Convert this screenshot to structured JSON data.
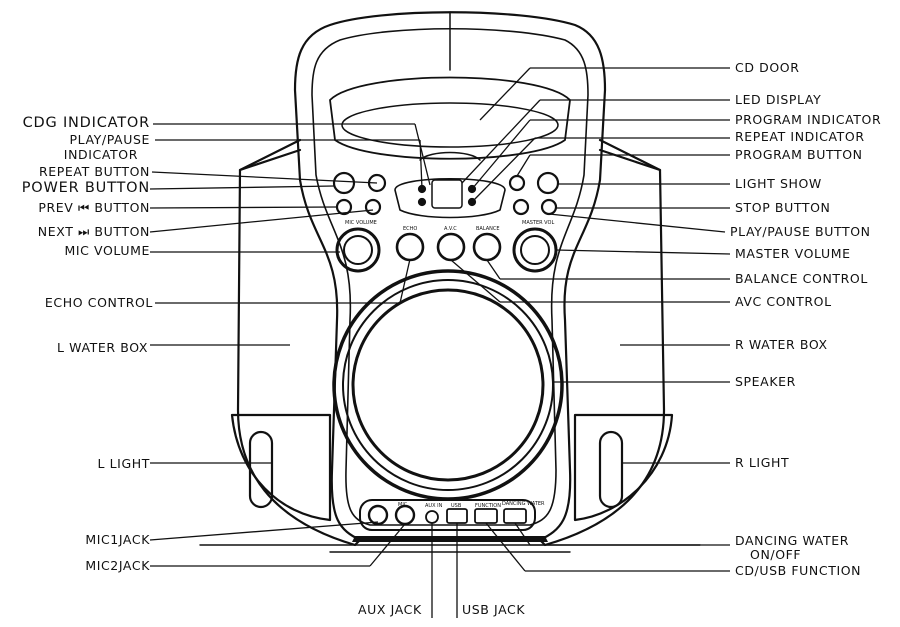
{
  "labels_left": {
    "cdg_indicator": "CDG INDICATOR",
    "play_pause_indicator_1": "PLAY/PAUSE",
    "play_pause_indicator_2": "INDICATOR",
    "repeat_button": "REPEAT BUTTON",
    "power_button": "POWER BUTTON",
    "prev_button": "PREV ⏮ BUTTON",
    "next_button": "NEXT ⏭ BUTTON",
    "mic_volume": "MIC VOLUME",
    "echo_control": "ECHO CONTROL",
    "l_water_box": "L WATER BOX",
    "l_light": "L LIGHT",
    "mic1_jack": "MIC1JACK",
    "mic2_jack": "MIC2JACK"
  },
  "labels_right": {
    "cd_door": "CD DOOR",
    "led_display": "LED DISPLAY",
    "program_indicator": "PROGRAM INDICATOR",
    "repeat_indicator": "REPEAT INDICATOR",
    "program_button": "PROGRAM BUTTON",
    "light_show": "LIGHT SHOW",
    "stop_button": "STOP BUTTON",
    "play_pause_button": "PLAY/PAUSE BUTTON",
    "master_volume": "MASTER VOLUME",
    "balance_control": "BALANCE CONTROL",
    "avc_control": "AVC CONTROL",
    "r_water_box": "R WATER BOX",
    "speaker": "SPEAKER",
    "r_light": "R LIGHT",
    "dancing_water_1": "DANCING WATER",
    "dancing_water_2": "ON/OFF",
    "cd_usb_function": "CD/USB FUNCTION"
  },
  "labels_bottom": {
    "aux_jack": "AUX JACK",
    "usb_jack": "USB JACK"
  },
  "panel_text": {
    "mic_volume": "MIC VOLUME",
    "echo": "ECHO",
    "avc": "A.V.C",
    "balance": "BALANCE",
    "master_volume": "MASTER VOL",
    "mic": "MIC",
    "aux_in": "AUX IN",
    "usb": "USB",
    "function": "FUNCTION",
    "dancing_water": "DANCING WATER"
  }
}
